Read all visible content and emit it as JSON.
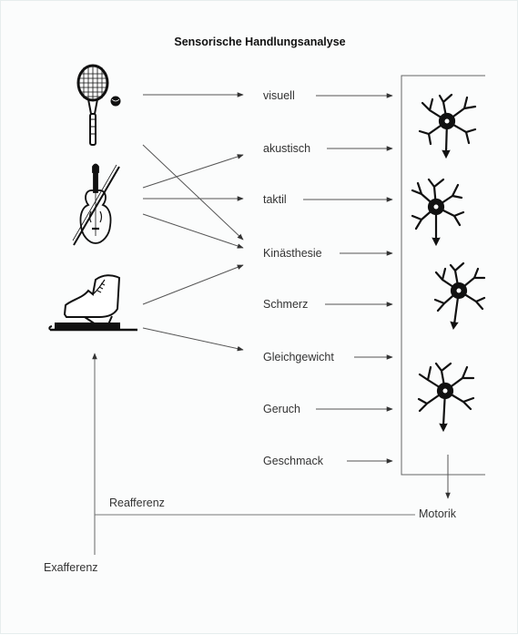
{
  "title": "Sensorische Handlungsanalyse",
  "senses": [
    "visuell",
    "akustisch",
    "taktil",
    "Kinästhesie",
    "Schmerz",
    "Gleichgewicht",
    "Geruch",
    "Geschmack"
  ],
  "sources": [
    {
      "icon": "tennis-racket-icon"
    },
    {
      "icon": "violin-icon"
    },
    {
      "icon": "ice-skate-icon"
    }
  ],
  "neurons": [
    {
      "icon": "neuron-icon"
    },
    {
      "icon": "neuron-icon"
    },
    {
      "icon": "neuron-icon"
    },
    {
      "icon": "neuron-icon"
    }
  ],
  "motor_label": "Motorik",
  "reafferenz_label": "Reafferenz",
  "exafferenz_label": "Exafferenz",
  "colors": {
    "line": "#555555",
    "text": "#333333",
    "icon": "#111111"
  }
}
